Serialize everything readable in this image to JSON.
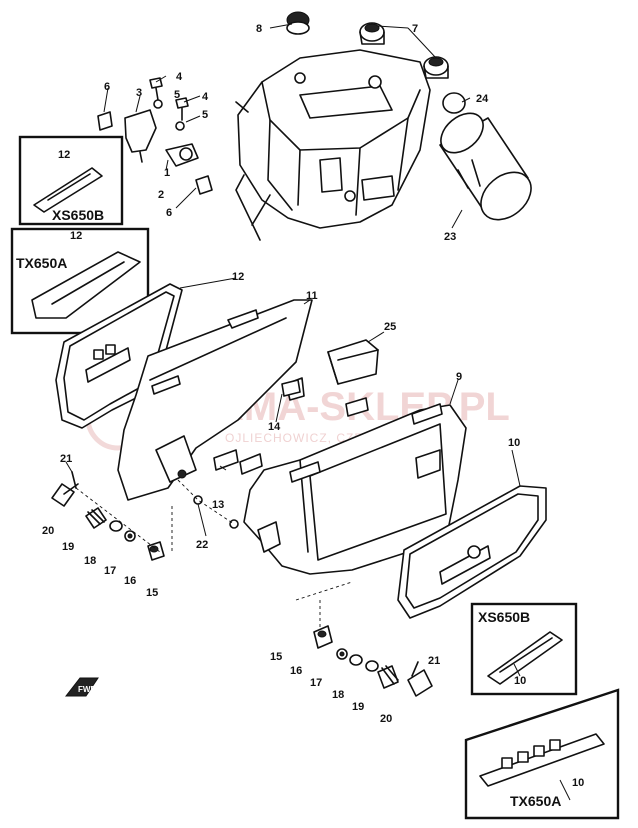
{
  "watermark": {
    "main": "YAMA-SKLEP.PL",
    "sub": "OJLIECHOWICZ, CZĘŚCI YAMAHA"
  },
  "models": {
    "xs_top": "XS650B",
    "tx_top": "TX650A",
    "xs_bottom": "XS650B",
    "tx_bottom": "TX650A"
  },
  "front_tag": "FWD",
  "callouts": {
    "c1": "1",
    "c2": "2",
    "c3": "3",
    "c4a": "4",
    "c4b": "4",
    "c5a": "5",
    "c5b": "5",
    "c6a": "6",
    "c6b": "6",
    "c7": "7",
    "c8": "8",
    "c9": "9",
    "c10a": "10",
    "c10b": "10",
    "c10c": "10",
    "c11": "11",
    "c12a": "12",
    "c12b": "12",
    "c12c": "12",
    "c13": "13",
    "c14": "14",
    "c15a": "15",
    "c15b": "15",
    "c16a": "16",
    "c16b": "16",
    "c17a": "17",
    "c17b": "17",
    "c18a": "18",
    "c18b": "18",
    "c19a": "19",
    "c19b": "19",
    "c20a": "20",
    "c20b": "20",
    "c21a": "21",
    "c21b": "21",
    "c22": "22",
    "c23": "23",
    "c24": "24",
    "c25": "25"
  }
}
